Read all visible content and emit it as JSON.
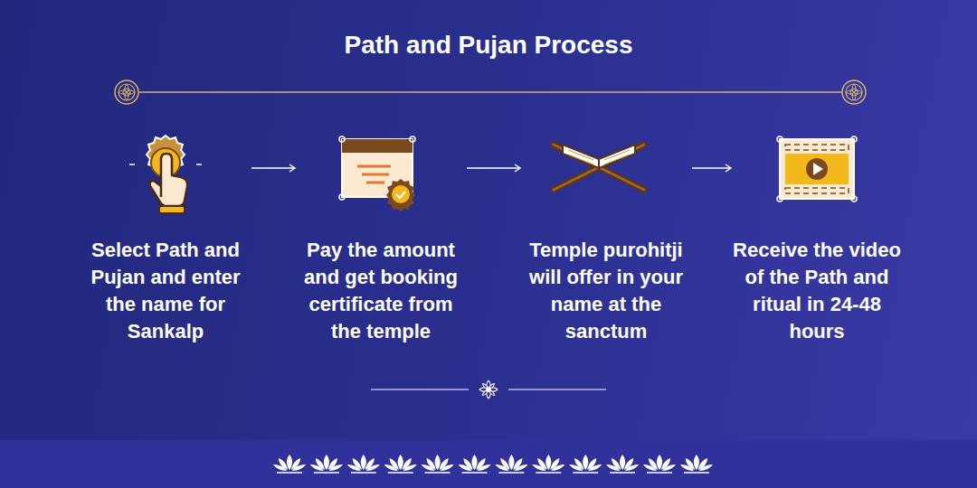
{
  "diagram": {
    "title": "Path and Pujan Process",
    "nodes": [
      {
        "text": [
          "Select Path and Pujan and enter the name for Sankalp"
        ]
      },
      {
        "text": [
          "Pay the amount and get booking certificate from the temple"
        ]
      },
      {
        "text": [
          "Temple purohitji will offer in your name at the sanctum"
        ]
      },
      {
        "text": [
          "Receive the video of the Path and ritual in 24-48 hours"
        ]
      }
    ],
    "edges": [
      {
        "from": 0,
        "to": 1,
        "arrow": "to"
      },
      {
        "from": 1,
        "to": 2,
        "arrow": "to"
      },
      {
        "from": 2,
        "to": 3,
        "arrow": "to"
      }
    ]
  }
}
